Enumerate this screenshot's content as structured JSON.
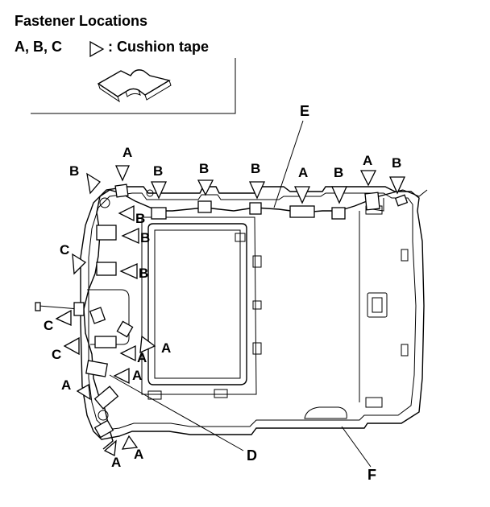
{
  "header": {
    "title": "Fastener Locations",
    "legend_text": "A, B, C",
    "legend_text_after": ": Cushion tape"
  },
  "callouts": {
    "d": "D",
    "e": "E",
    "f": "F"
  },
  "tape_labels": [
    "A",
    "B",
    "B",
    "B",
    "B",
    "A",
    "B",
    "A",
    "B",
    "B",
    "B",
    "B",
    "C",
    "C",
    "C",
    "A",
    "A",
    "A",
    "A",
    "A",
    "A"
  ]
}
